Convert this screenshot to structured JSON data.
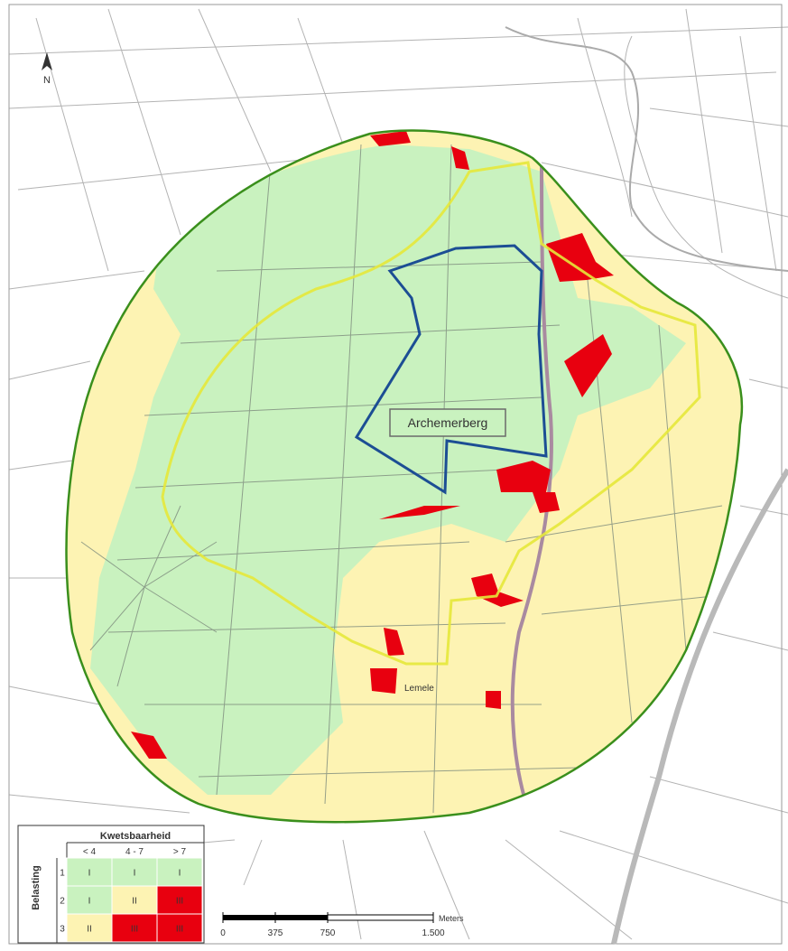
{
  "map": {
    "north_label": "N",
    "area_label": "Archemerberg",
    "place_label": "Lemele",
    "colors": {
      "low": "#c9f2bf",
      "medium": "#fdf3b3",
      "high": "#e8000f",
      "outer_boundary": "#3a8f1c",
      "inner_boundary": "#1c4e94",
      "yellow_route": "#e6e83a",
      "road": "#a98aa0",
      "lines": "#8a8a8a"
    }
  },
  "legend": {
    "column_header": "Kwetsbaarheid",
    "row_header": "Belasting",
    "columns": [
      "< 4",
      "4 - 7",
      "> 7"
    ],
    "rows": [
      "1",
      "2",
      "3"
    ],
    "cells": [
      [
        {
          "v": "I",
          "c": "low"
        },
        {
          "v": "I",
          "c": "low"
        },
        {
          "v": "I",
          "c": "low"
        }
      ],
      [
        {
          "v": "I",
          "c": "low"
        },
        {
          "v": "II",
          "c": "medium"
        },
        {
          "v": "III",
          "c": "high"
        }
      ],
      [
        {
          "v": "II",
          "c": "medium"
        },
        {
          "v": "III",
          "c": "high"
        },
        {
          "v": "III",
          "c": "high"
        }
      ]
    ]
  },
  "scale": {
    "ticks": [
      "0",
      "375",
      "750",
      "1.500"
    ],
    "unit": "Meters"
  }
}
